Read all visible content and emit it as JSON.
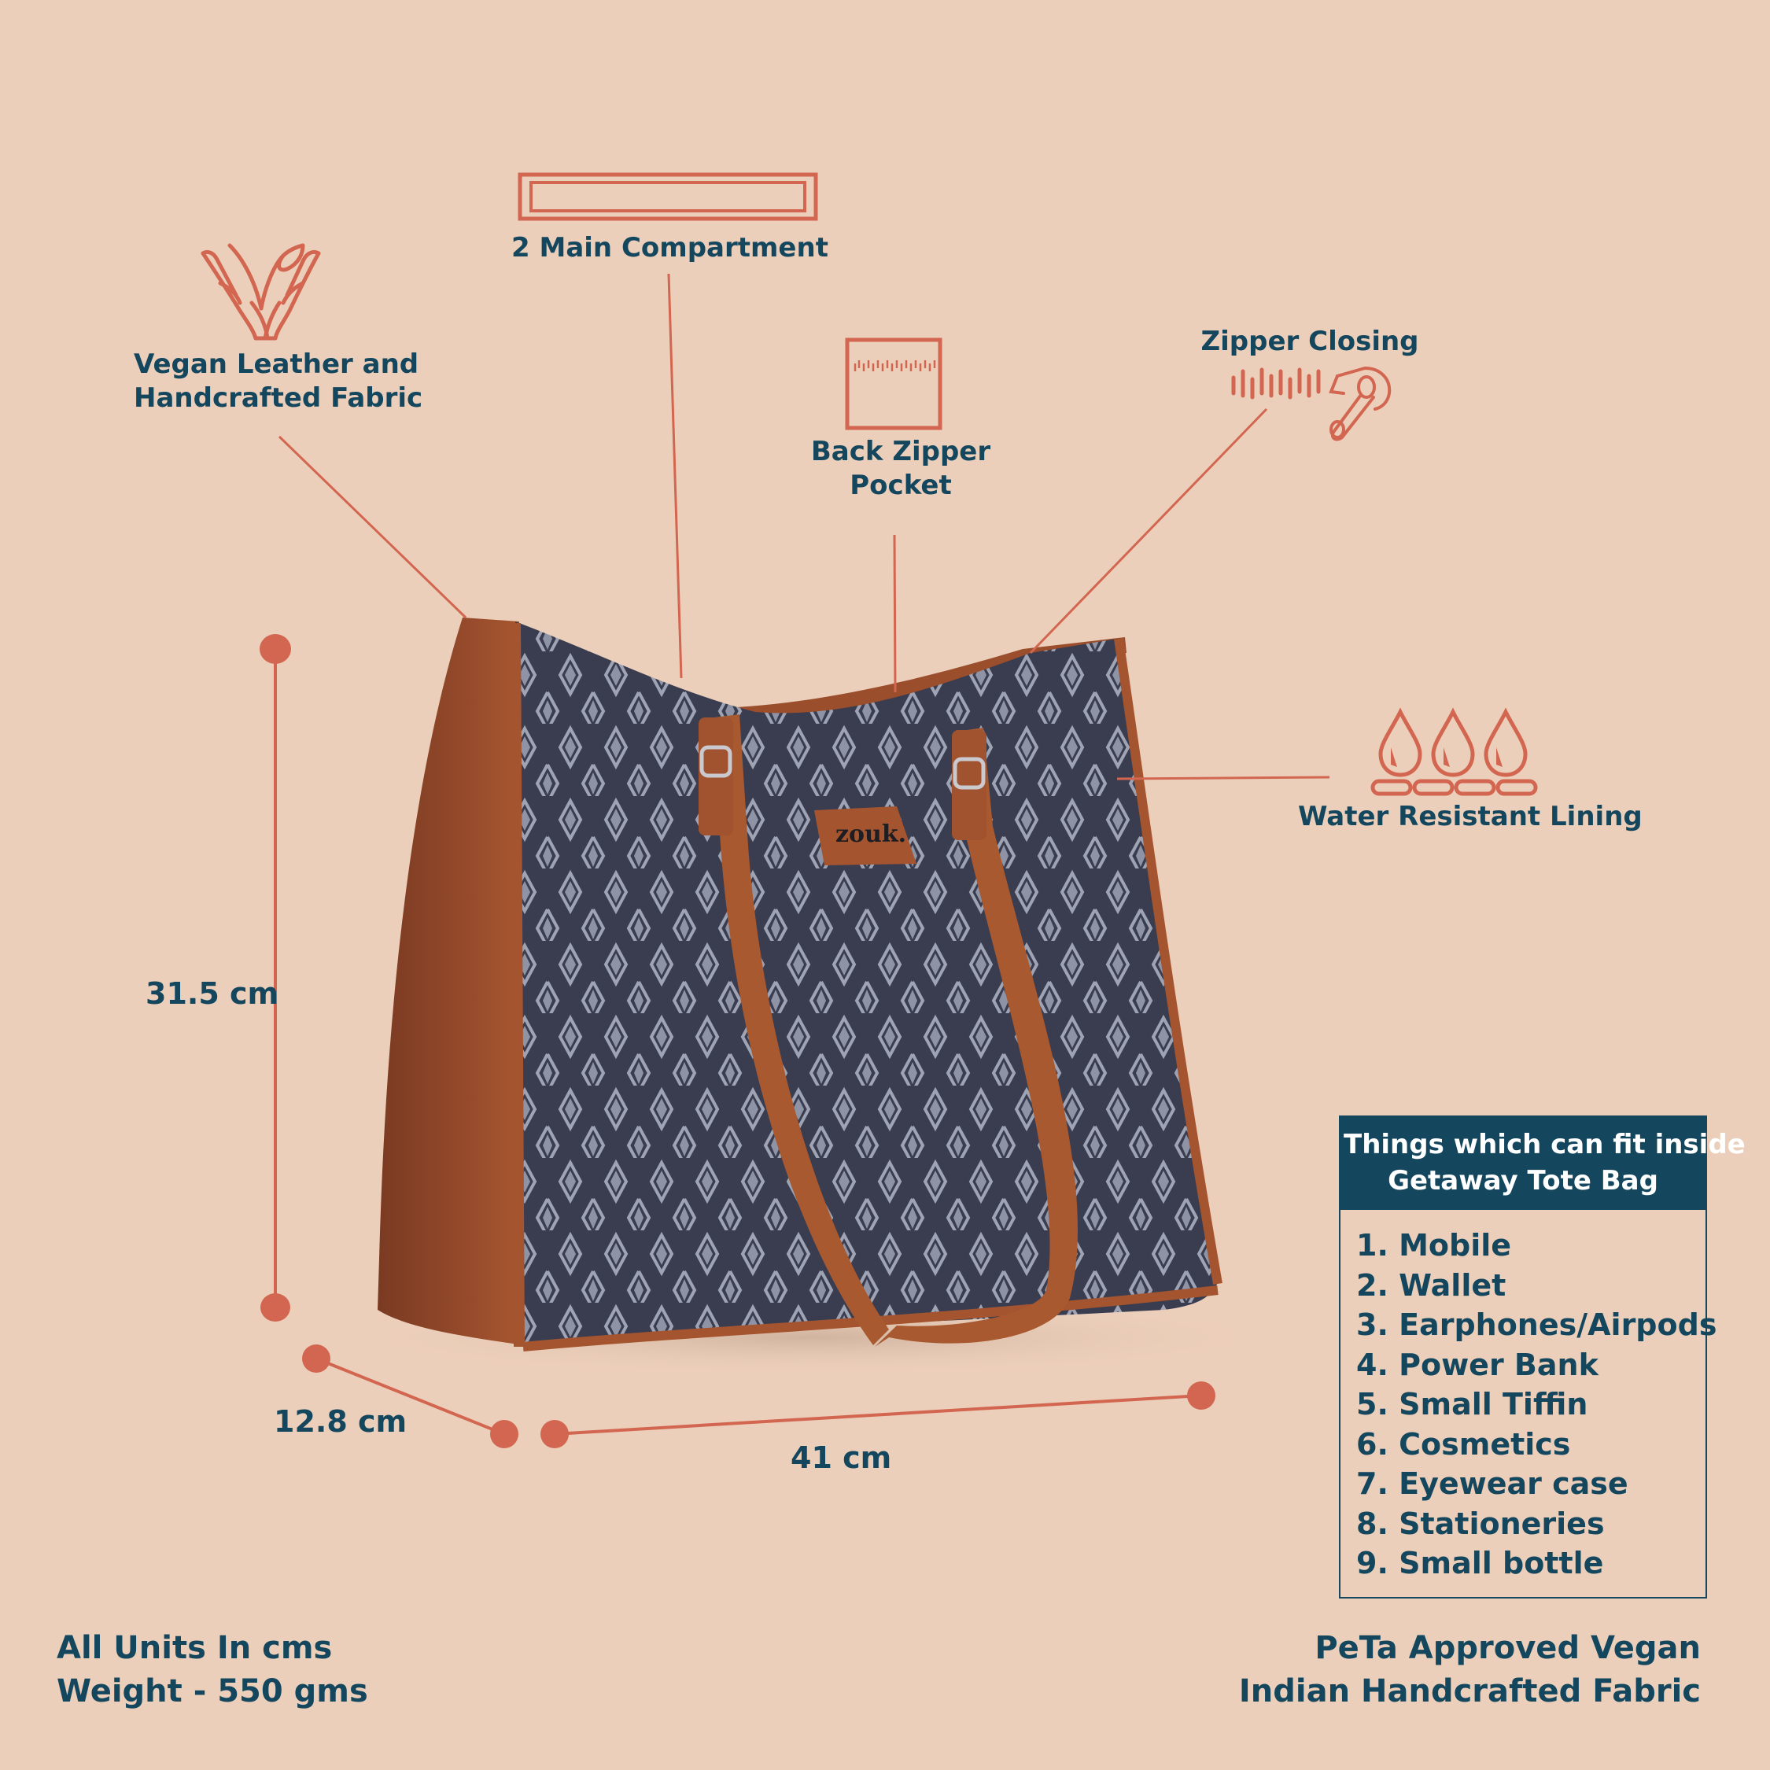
{
  "colors": {
    "background": "#eccfba",
    "accent": "#d26650",
    "text": "#14475e",
    "leather": "#a0532e",
    "fabric": "#3c3f52"
  },
  "features": {
    "vegan_leather": {
      "icon": "hands-plant-icon",
      "line1": "Vegan Leather and",
      "line2": "Handcrafted Fabric"
    },
    "compartment": {
      "icon": "compartment-icon",
      "label": "2 Main Compartment"
    },
    "back_pocket": {
      "icon": "back-zipper-pocket-icon",
      "line1": "Back Zipper",
      "line2": "Pocket"
    },
    "zipper": {
      "icon": "zipper-icon",
      "label": "Zipper Closing"
    },
    "water": {
      "icon": "water-drops-icon",
      "label": "Water Resistant Lining"
    }
  },
  "dimensions": {
    "height": "31.5 cm",
    "depth": "12.8 cm",
    "width": "41 cm"
  },
  "product": {
    "brand_logo": "zouk."
  },
  "fit_box": {
    "title_line1": "Things which can fit inside",
    "title_line2": "Getaway Tote Bag",
    "items": [
      "1. Mobile",
      "2. Wallet",
      "3. Earphones/Airpods",
      "4. Power Bank",
      "5. Small Tiffin",
      "6. Cosmetics",
      "7. Eyewear case",
      "8. Stationeries",
      "9. Small bottle"
    ]
  },
  "footer": {
    "left_line1": "All Units In cms",
    "left_line2": "Weight - 550 gms",
    "right_line1": "PeTa Approved Vegan",
    "right_line2": "Indian Handcrafted Fabric"
  }
}
